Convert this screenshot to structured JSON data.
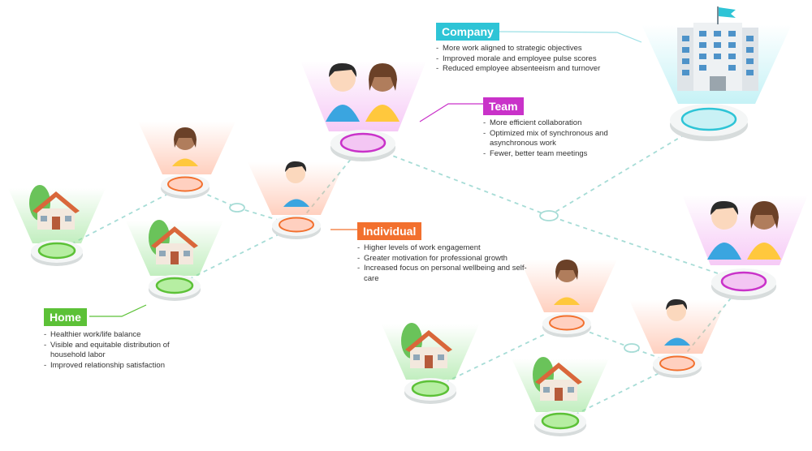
{
  "categories": {
    "company": {
      "label": "Company",
      "color": "#2ec4d6",
      "points": [
        "More work aligned to strategic objectives",
        "Improved morale and employee pulse scores",
        "Reduced employee absenteeism and turnover"
      ]
    },
    "team": {
      "label": "Team",
      "color": "#c932c9",
      "points": [
        "More efficient collaboration",
        "Optimized mix of synchronous and asynchronous work",
        "Fewer, better team meetings"
      ]
    },
    "individual": {
      "label": "Individual",
      "color": "#f2702e",
      "points": [
        "Higher levels of work engagement",
        "Greater motivation for professional growth",
        "Increased focus on personal wellbeing and self-care"
      ]
    },
    "home": {
      "label": "Home",
      "color": "#5cc137",
      "points": [
        "Healthier work/life balance",
        "Visible and equitable distribution of household labor",
        "Improved relationship satisfaction"
      ]
    }
  },
  "colors": {
    "connector": "#a6dcd6",
    "node_ring": "#d7dcdc"
  },
  "icons": [
    "building-icon",
    "flag-icon",
    "house-icon",
    "tree-icon",
    "person-icon"
  ]
}
